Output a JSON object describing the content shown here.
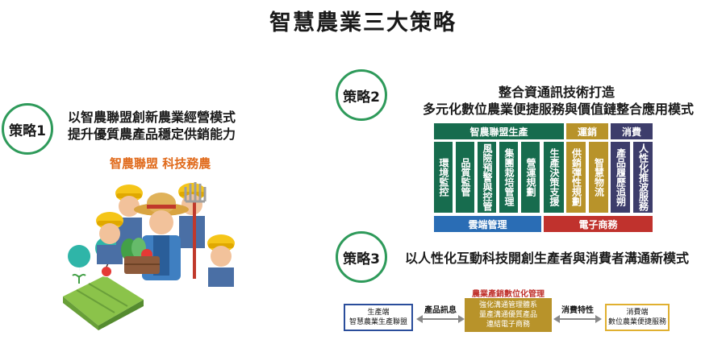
{
  "title": "智慧農業三大策略",
  "strategy1": {
    "badge": "策略1",
    "line1": "以智農聯盟創新農業經營模式",
    "line2": "提升優質農產品穩定供銷能力",
    "subtitle": "智農聯盟 科技務農"
  },
  "strategy2": {
    "badge": "策略2",
    "line1": "整合資通訊技術打造",
    "line2": "多元化數位農業便捷服務與價值鏈整合應用模式",
    "headers": [
      "智農聯盟生產",
      "運銷",
      "消費"
    ],
    "columns": [
      "環境監控",
      "品質監管",
      "風險預警與控管",
      "集團栽培管理",
      "營運規劃",
      "生產決策支援",
      "供銷彈性規劃",
      "智慧物流",
      "產品履歷追朔",
      "人性化推波服務"
    ],
    "bottom": [
      "雲端管理",
      "電子商務"
    ],
    "colors": {
      "green": "#176c4e",
      "gold": "#b8932a",
      "navy": "#3d3d6b",
      "blue": "#2a6db5",
      "red": "#c0322d"
    }
  },
  "strategy3": {
    "badge": "策略3",
    "line1": "以人性化互動科技開創生產者與消費者溝通新模式",
    "center_title": "農業產銷數位化管理",
    "left_box": {
      "title": "生產端",
      "sub": "智慧農業生產聯盟"
    },
    "left_arrow": "產品訊息",
    "center_box": [
      "強化溝通管理體系",
      "量產溝通優質產品",
      "連結電子商務"
    ],
    "right_arrow": "消費特性",
    "right_box": {
      "title": "消費端",
      "sub": "數位農業便捷服務"
    }
  }
}
